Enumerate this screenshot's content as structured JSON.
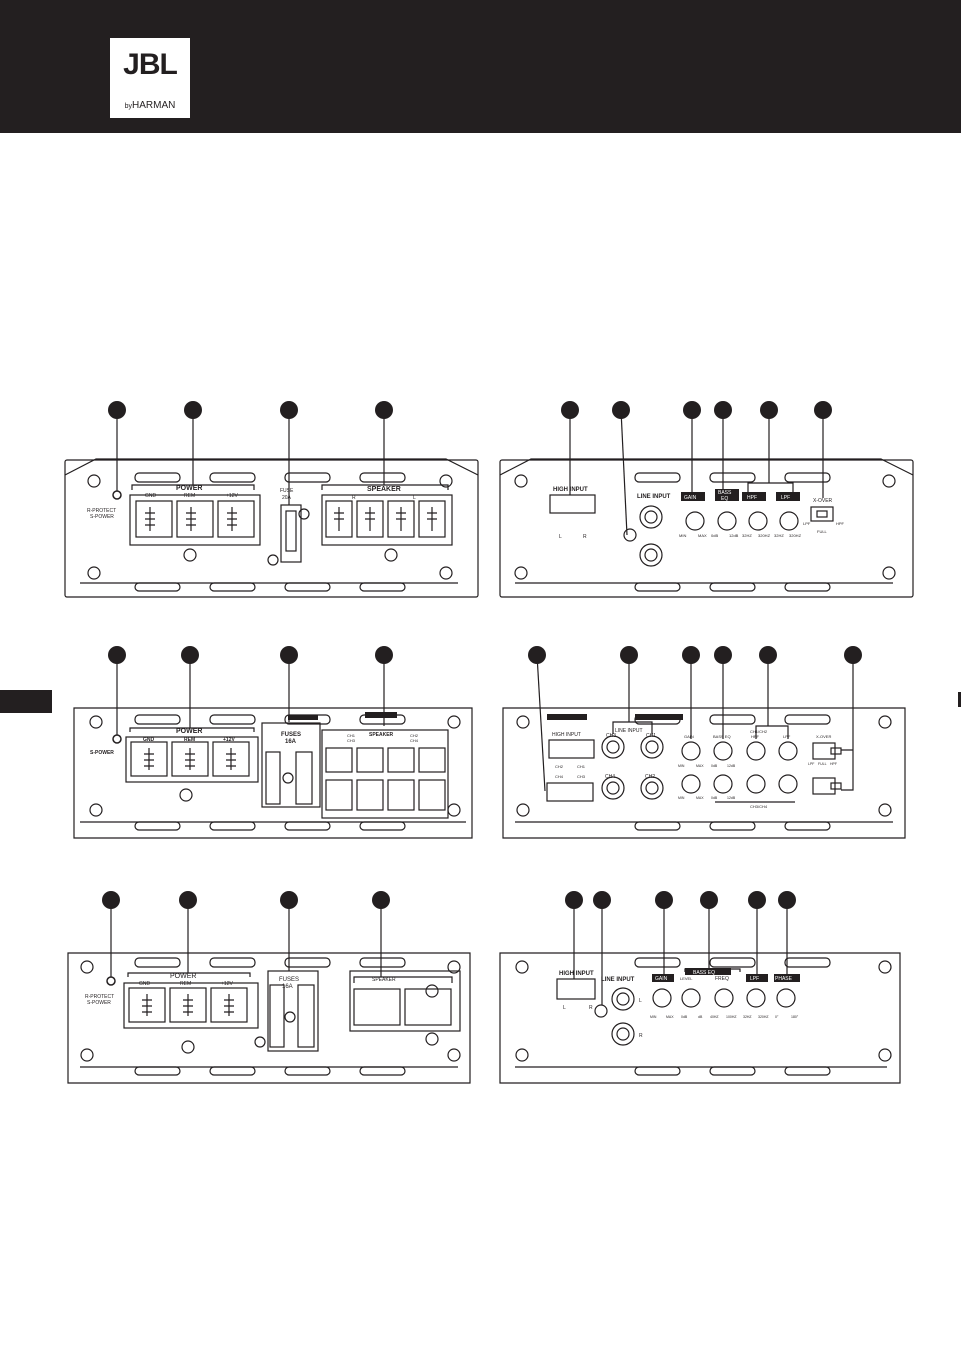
{
  "header": {
    "logo_text": "JBL",
    "logo_by": "by",
    "logo_harman": "HARMAN",
    "background": "#231f20"
  },
  "panels": {
    "p1": {
      "led_labels": [
        "R-PROTECT",
        "S-POWER"
      ],
      "power_title": "POWER",
      "power_labels": [
        "GND",
        "REM",
        "+12V"
      ],
      "fuse_labels": [
        "FUSE",
        "20A"
      ],
      "speaker_title": "SPEAKER",
      "speaker_labels": [
        "R",
        "L"
      ]
    },
    "p2": {
      "high_input": "HIGH INPUT",
      "high_input_sub": [
        "L",
        "R"
      ],
      "line_input": "LINE INPUT",
      "gain": "GAIN",
      "gain_scale": [
        "MIN",
        "MAX"
      ],
      "bass_eq": [
        "BASS",
        "EQ"
      ],
      "bass_scale": [
        "0dB",
        "12dB"
      ],
      "hpf": "HPF",
      "hpf_scale": [
        "32HZ",
        "320HZ"
      ],
      "lpf": "LPF",
      "lpf_scale": [
        "32HZ",
        "320HZ"
      ],
      "xover": "X-OVER",
      "xover_labels": [
        "LPF",
        "FULL",
        "HPF"
      ]
    },
    "p3": {
      "led_label": "S-POWER",
      "power_title": "POWER",
      "power_labels": [
        "GND",
        "REM",
        "+12V"
      ],
      "fuses": [
        "FUSES",
        "16A"
      ],
      "speaker_title": "SPEAKER",
      "speaker_channels": [
        "CH1",
        "CH3",
        "CH2",
        "CH4"
      ]
    },
    "p4": {
      "high_input": "HIGH INPUT",
      "high_input_sub": [
        "CH2",
        "CH1",
        "CH4",
        "CH3"
      ],
      "line_input": "LINE INPUT",
      "rca_labels": [
        "CH3",
        "CH1",
        "CH4",
        "CH2"
      ],
      "gain": "GAIN",
      "bass_eq": "BASS EQ",
      "ch12": "CH1/CH2",
      "hpf": "HPF",
      "lpf": "LPF",
      "xover": "X-OVER",
      "scale": [
        "MIN",
        "MAX",
        "0dB",
        "12dB"
      ],
      "ch34": "CH3/CH4",
      "xover_labels": [
        "LPF",
        "FULL",
        "HPF"
      ]
    },
    "p5": {
      "led_labels": [
        "R-PROTECT",
        "S-POWER"
      ],
      "power_title": "POWER",
      "power_labels": [
        "GND",
        "REM",
        "+12V"
      ],
      "fuses": [
        "FUSES",
        "16A"
      ],
      "speaker_title": "SPEAKER"
    },
    "p6": {
      "high_input": "HIGH INPUT",
      "high_input_sub": [
        "L",
        "R"
      ],
      "line_input": "LINE INPUT",
      "rca_labels": [
        "L",
        "R"
      ],
      "gain": "GAIN",
      "gain_scale": [
        "MIN",
        "MAX"
      ],
      "bass_eq": "BASS EQ",
      "level": "LEVEL",
      "level_scale": [
        "0dB",
        "dB"
      ],
      "freq": "FREQ",
      "freq_scale": [
        "40HZ",
        "100HZ"
      ],
      "lpf": "LPF",
      "lpf_scale": [
        "32HZ",
        "320HZ"
      ],
      "phase": "PHASE",
      "phase_scale": [
        "0°",
        "180°"
      ]
    }
  }
}
